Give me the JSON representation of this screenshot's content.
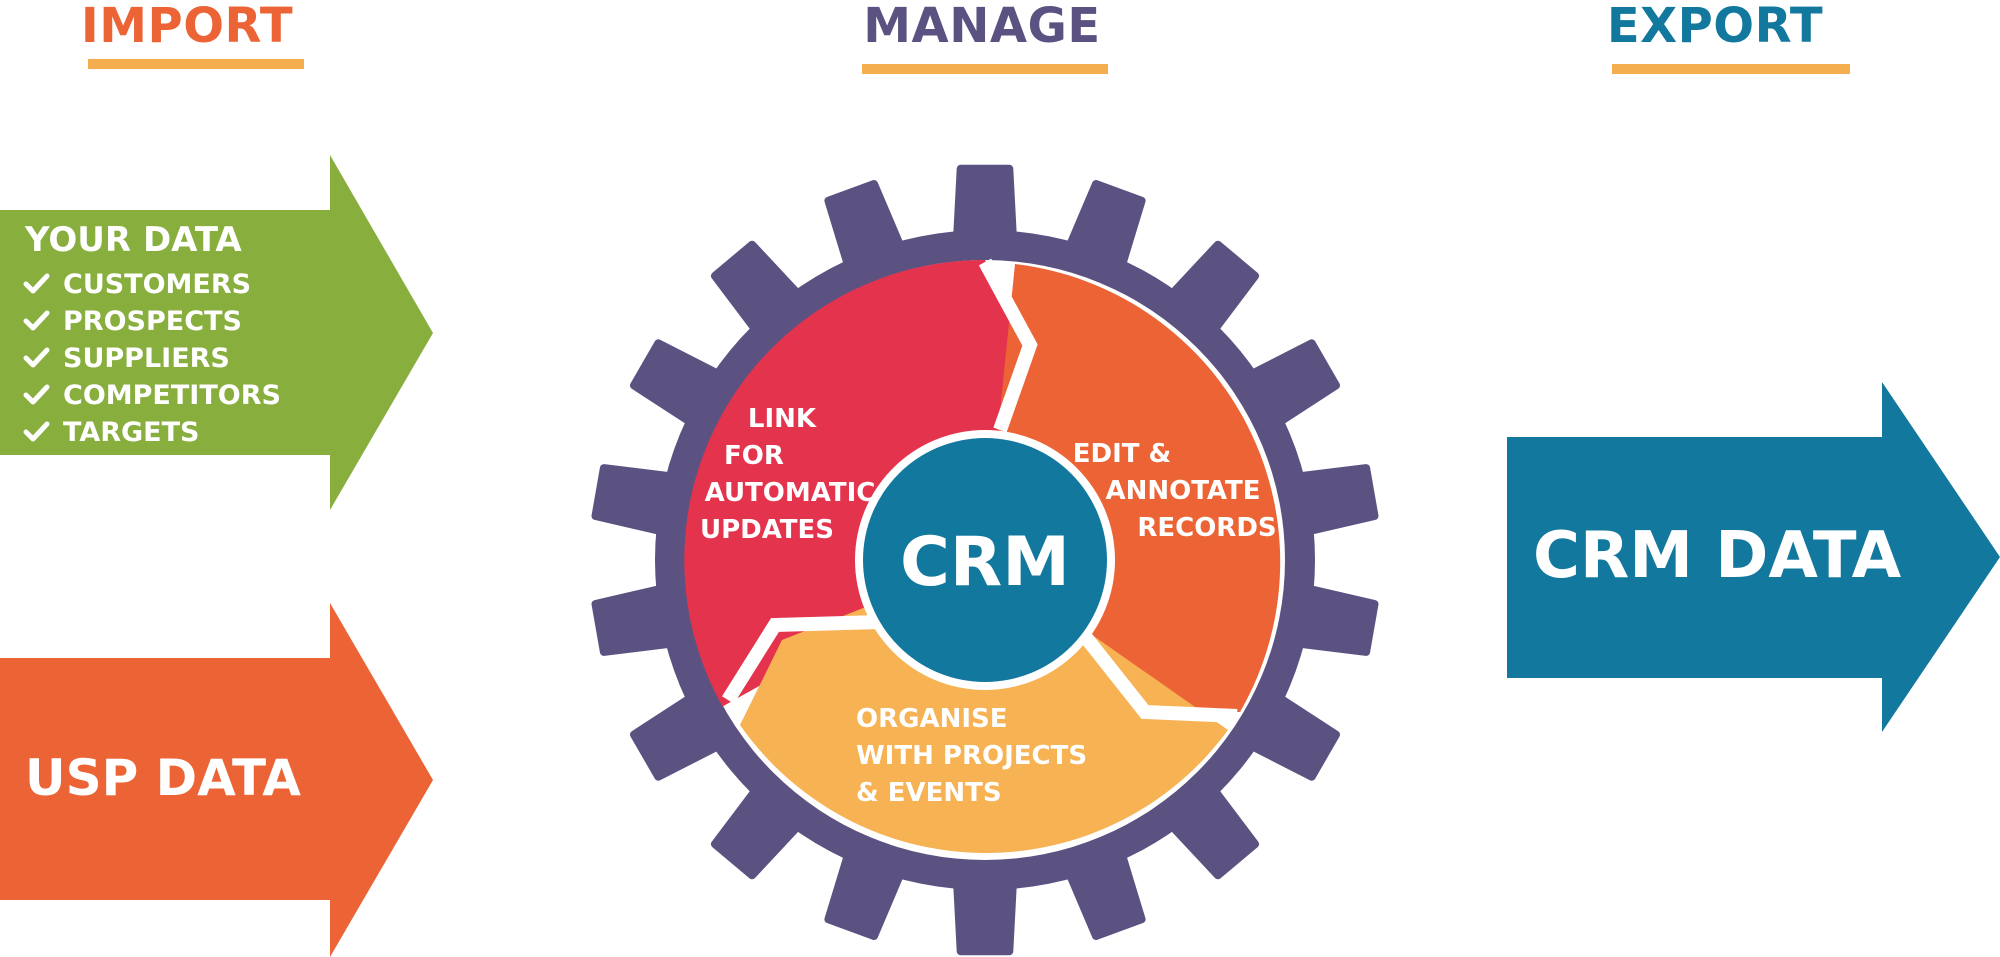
{
  "headings": {
    "import": {
      "label": "IMPORT",
      "color": "#ec6436"
    },
    "manage": {
      "label": "MANAGE",
      "color": "#5b5282"
    },
    "export": {
      "label": "EXPORT",
      "color": "#13789e"
    },
    "underline_color": "#f4ae4f"
  },
  "your_data": {
    "title": "YOUR DATA",
    "items": [
      "CUSTOMERS",
      "PROSPECTS",
      "SUPPLIERS",
      "COMPETITORS",
      "TARGETS"
    ],
    "color": "#88ae3e"
  },
  "usp_data": {
    "label": "USP DATA",
    "color": "#ec6436"
  },
  "crm_data": {
    "label": "CRM DATA",
    "color": "#13789e"
  },
  "gear": {
    "center_label": "CRM",
    "color": "#5b5282",
    "segments": {
      "link": {
        "lines": [
          "LINK",
          "FOR",
          "AUTOMATIC",
          "UPDATES"
        ],
        "color": "#e4334d"
      },
      "edit": {
        "lines": [
          "EDIT &",
          "ANNOTATE",
          "RECORDS"
        ],
        "color": "#ec6436"
      },
      "organise": {
        "lines": [
          "ORGANISE",
          "WITH PROJECTS",
          "& EVENTS"
        ],
        "color": "#f6b253"
      }
    },
    "hub_color": "#13789e"
  },
  "icons": {
    "check": "check-icon"
  }
}
